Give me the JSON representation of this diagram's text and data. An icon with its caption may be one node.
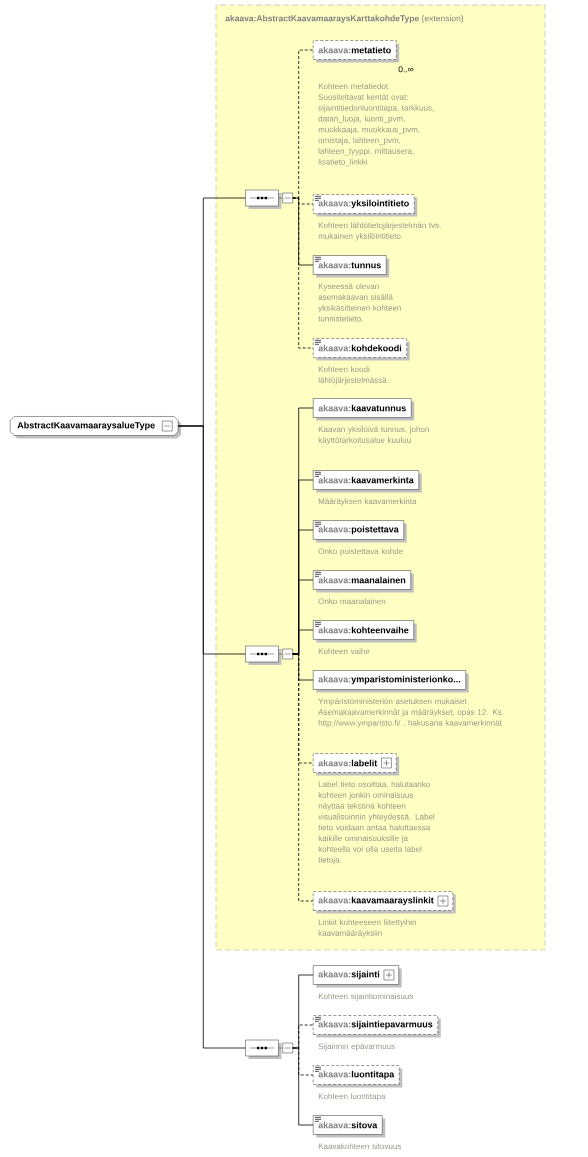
{
  "diagram": {
    "nodes": [
      {
        "text": [
          "AbstractKaavamaaraysalueType"
        ]
      },
      {
        "text": [
          "**akaava:AbstractKaavamaaraysKarttakohdeType** (extension)"
        ]
      },
      {
        "text": [],
        "shape": "octagon",
        "in": 1
      },
      {
        "text": [
          "akaava:**metatieto**"
        ],
        "in": 1,
        "beside": [
          "0..∞",
          "Kohteen metatiedot. Suositeltavat kentät ovat: sijaintitiedonluontitapa, tarkkuus, datan_luoja, luonti_pvm, muokkaaja, muokkaus_pvm, omistaja, lahteen_pvm, lahteen_tyyppi, mittausera, lisatieto_linkki"
        ]
      },
      {
        "text": [
          "akaava:**yksilointitieto**"
        ],
        "in": 1,
        "beside": [
          "Kohteen lähtötietojärjestelmän tvs. mukainen yksilöintitieto"
        ]
      },
      {
        "text": [
          "akaava:**tunnus**"
        ],
        "in": 1,
        "beside": [
          "Kyseessä olevan asemakaavan sisällä yksikäsitteinen kohteen tunnistetieto."
        ]
      },
      {
        "text": [
          "akaava:**kohdekoodi**"
        ],
        "in": 1,
        "beside": [
          "Kohteen koodi lähtöjärjestelmässä"
        ]
      },
      {
        "text": [],
        "shape": "octagon",
        "in": 1
      },
      {
        "text": [
          "akaava:**kaavatunnus**"
        ],
        "in": 1,
        "beside": [
          "Kaavan yksilöivä tunnus, johon käyttötarkoitusalue kuuluu"
        ]
      },
      {
        "text": [
          "akaava:**kaavamerkinta**"
        ],
        "in": 1,
        "beside": [
          "Määräyksen kaavamerkinta"
        ]
      },
      {
        "text": [
          "akaava:**poistettava**"
        ],
        "in": 1,
        "beside": [
          "Onko poistettava kohde"
        ]
      },
      {
        "text": [
          "akaava:**maanalainen**"
        ],
        "in": 1,
        "beside": [
          "Onko maanalainen"
        ]
      },
      {
        "text": [
          "akaava:**kohteenvaihe**"
        ],
        "in": 1,
        "beside": [
          "Kohteen vaihe"
        ]
      },
      {
        "text": [
          "akaava:**ymparistoministerionko...**"
        ],
        "in": 1,
        "beside": [
          "Ympäristöministeriön asetuksen mukaiset Asemakaavamerkinnät ja määräykset, opas 12. Ks. http://www.ymparisto.fi/ , hakusana kaavamerkinnät"
        ]
      },
      {
        "text": [
          "akaava:**labelit**"
        ],
        "in": 1,
        "beside": [
          "Label tieto osoittaa, halutaanko kohteen jonkin ominaisuus näyttää tekstinä kohteen visualisoinnin yhteydessä. Label tieto voidaan antaa haluttaessa kaikille ominaisuuksille ja kohteella voi olla useita label tietoja."
        ]
      },
      {
        "text": [
          "akaava:**kaavamaarayslinkit**"
        ],
        "in": 1,
        "beside": [
          "Linkit kohteeseen liitettyihin kaavamääräyksiin"
        ]
      },
      {
        "text": [],
        "shape": "octagon"
      },
      {
        "text": [
          "akaava:**sijainti**"
        ],
        "beside": [
          "Kohteen sijaintiominaisuus"
        ]
      },
      {
        "text": [
          "akaava:**sijaintiepavarmuus**"
        ],
        "beside": [
          "Sijainnin epävarmuus"
        ]
      },
      {
        "text": [
          "akaava:**luontitapa**"
        ],
        "beside": [
          "Kohteen luontitapa"
        ]
      },
      {
        "text": [
          "akaava:**sitova**"
        ],
        "beside": [
          "Kaavakohteen sitovuus"
        ]
      }
    ],
    "edges": [
      {
        "from": 0,
        "to": 2,
        "arrow": "none"
      },
      {
        "from": 0,
        "to": 7,
        "arrow": "none"
      },
      {
        "from": 0,
        "to": 16,
        "arrow": "none"
      },
      {
        "from": 2,
        "to": 3,
        "arrow": "none",
        "style": "dashed"
      },
      {
        "from": 2,
        "to": 4,
        "arrow": "none",
        "style": "dashed"
      },
      {
        "from": 2,
        "to": 5,
        "arrow": "none"
      },
      {
        "from": 2,
        "to": 6,
        "arrow": "none",
        "style": "dashed"
      },
      {
        "from": 7,
        "to": 8,
        "arrow": "none"
      },
      {
        "from": 7,
        "to": 9,
        "arrow": "none"
      },
      {
        "from": 7,
        "to": 10,
        "arrow": "none"
      },
      {
        "from": 7,
        "to": 11,
        "arrow": "none"
      },
      {
        "from": 7,
        "to": 12,
        "arrow": "none"
      },
      {
        "from": 7,
        "to": 13,
        "arrow": "none"
      },
      {
        "from": 7,
        "to": 14,
        "arrow": "none",
        "style": "dashed"
      },
      {
        "from": 7,
        "to": 15,
        "arrow": "none",
        "style": "dashed"
      },
      {
        "from": 16,
        "to": 17,
        "arrow": "none"
      },
      {
        "from": 16,
        "to": 18,
        "arrow": "none",
        "style": "dashed"
      },
      {
        "from": 16,
        "to": 19,
        "arrow": "none",
        "style": "dashed"
      },
      {
        "from": 16,
        "to": 20,
        "arrow": "none"
      }
    ]
  }
}
